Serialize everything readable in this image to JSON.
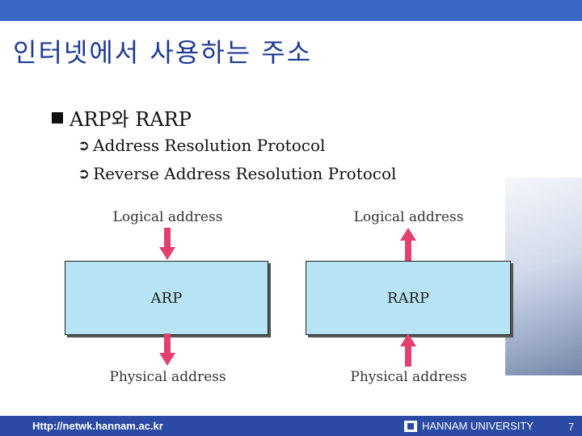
{
  "title": "인터넷에서 사용하는 주소",
  "bullet": "ARP와 RARP",
  "sub_bullets": [
    "Address Resolution Protocol",
    "Reverse Address Resolution Protocol"
  ],
  "diagram": {
    "left": {
      "top_label": "Logical address",
      "box_label": "ARP",
      "bottom_label": "Physical address"
    },
    "right": {
      "top_label": "Logical address",
      "box_label": "RARP",
      "bottom_label": "Physical address"
    }
  },
  "footer": {
    "url": "Http://netwk.hannam.ac.kr",
    "university": "HANNAM UNIVERSITY",
    "page": "7"
  },
  "colors": {
    "top_bar": "#3a67c6",
    "footer": "#2b4aa3",
    "box_fill": "#b7e4f4",
    "arrow": "#e4406f",
    "title": "#1f3a93"
  }
}
